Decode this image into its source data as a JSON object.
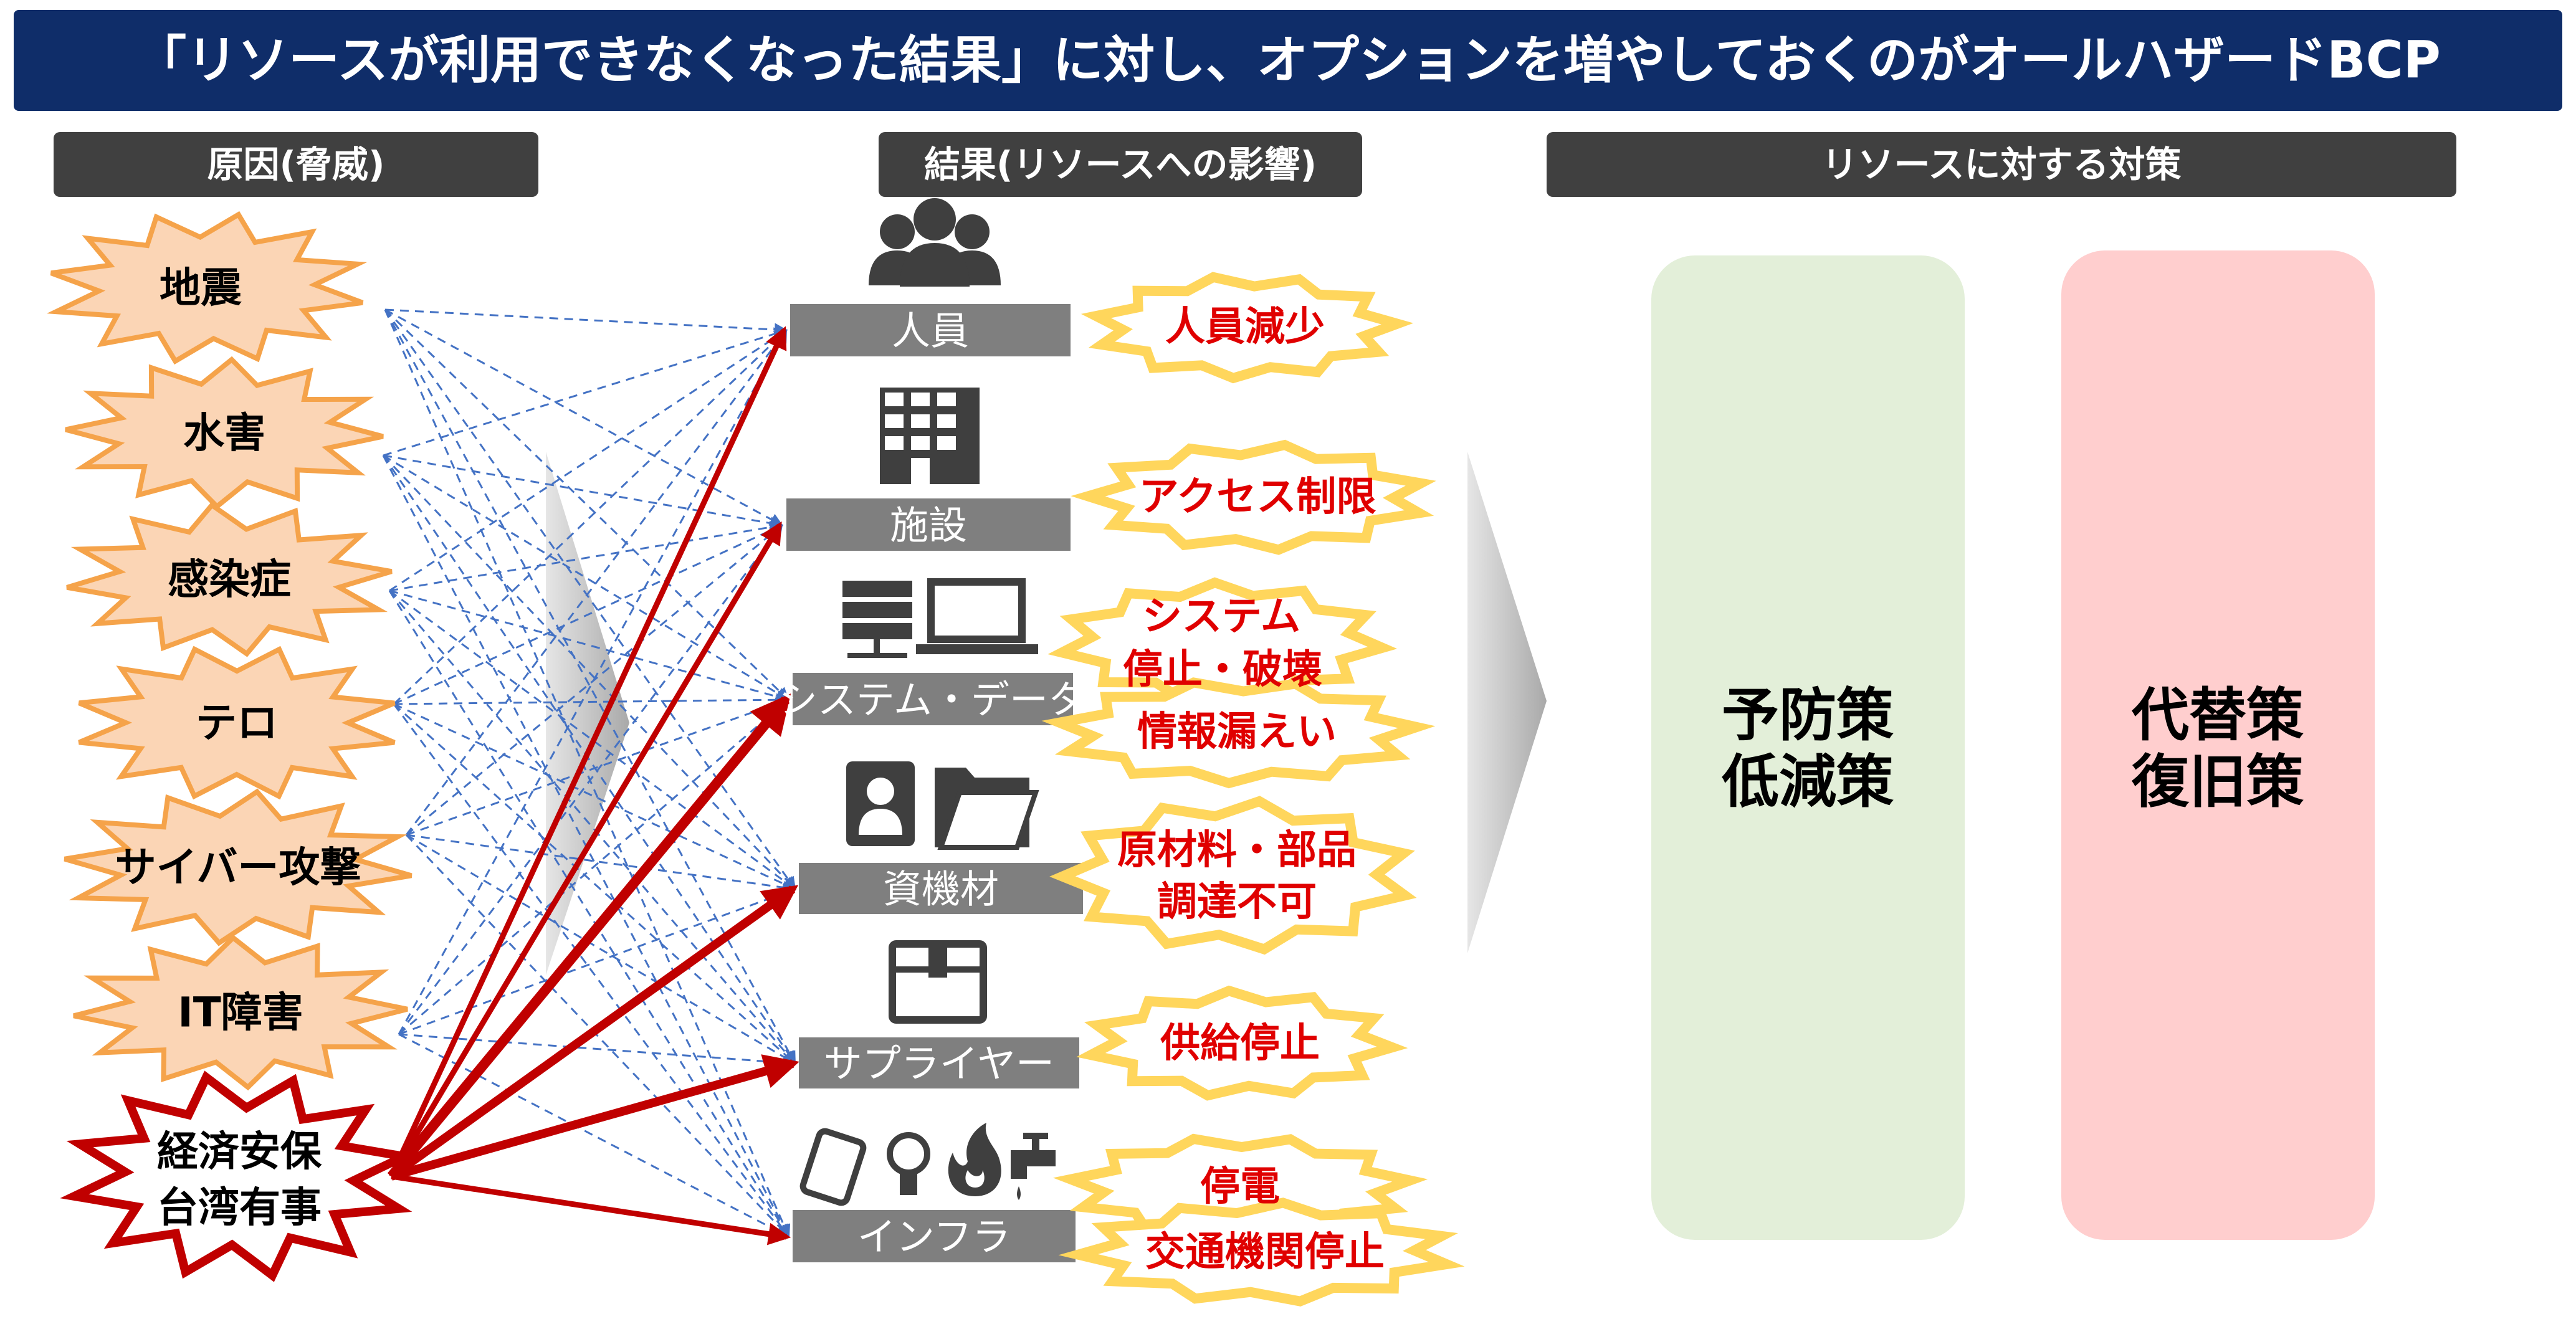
{
  "title": "「リソースが利用できなくなった結果」に対し、オプションを増やしておくのがオールハザードBCP",
  "headers": {
    "causes": "原因(脅威)",
    "results": "結果(リソースへの影響)",
    "measures": "リソースに対する対策"
  },
  "causes": [
    {
      "lines": [
        "地震"
      ]
    },
    {
      "lines": [
        "水害"
      ]
    },
    {
      "lines": [
        "感染症"
      ]
    },
    {
      "lines": [
        "テロ"
      ]
    },
    {
      "lines": [
        "サイバー攻撃"
      ]
    },
    {
      "lines": [
        "IT障害"
      ]
    },
    {
      "lines": [
        "経済安保",
        "台湾有事"
      ]
    }
  ],
  "resources": [
    {
      "label": "人員",
      "icon": "people-icon",
      "impact": [
        "人員減少"
      ]
    },
    {
      "label": "施設",
      "icon": "building-icon",
      "impact": [
        "アクセス制限"
      ]
    },
    {
      "label": "システム・データ",
      "icon": "server-computer-icon",
      "impact": [
        "システム",
        "停止・破壊",
        "情報漏えい"
      ]
    },
    {
      "label": "資機材",
      "icon": "contact-folder-icon",
      "impact": [
        "原材料・部品",
        "調達不可"
      ]
    },
    {
      "label": "サプライヤー",
      "icon": "box-icon",
      "impact": [
        "供給停止"
      ]
    },
    {
      "label": "インフラ",
      "icon": "utilities-icon",
      "impact": [
        "停電",
        "交通機関停止"
      ]
    }
  ],
  "measures": [
    {
      "lines": [
        "予防策",
        "低減策"
      ],
      "color": "#e3efd9"
    },
    {
      "lines": [
        "代替策",
        "復旧策"
      ],
      "color": "#ffcece"
    }
  ],
  "colors": {
    "banner": "#0f2d69",
    "header": "#404040",
    "resource_box": "#7f7f7f",
    "burst_fill": "#fbd5b5",
    "burst_stroke": "#f5a34a",
    "red_burst_fill": "#ffffff",
    "red_burst_stroke": "#c00000",
    "impact_fill": "#ffffff",
    "impact_stroke": "#ffd65c",
    "impact_text": "#e00000",
    "red_arrow": "#c00000",
    "blue_dash": "#4472c4",
    "big_arrow": "#d0d0d0"
  }
}
